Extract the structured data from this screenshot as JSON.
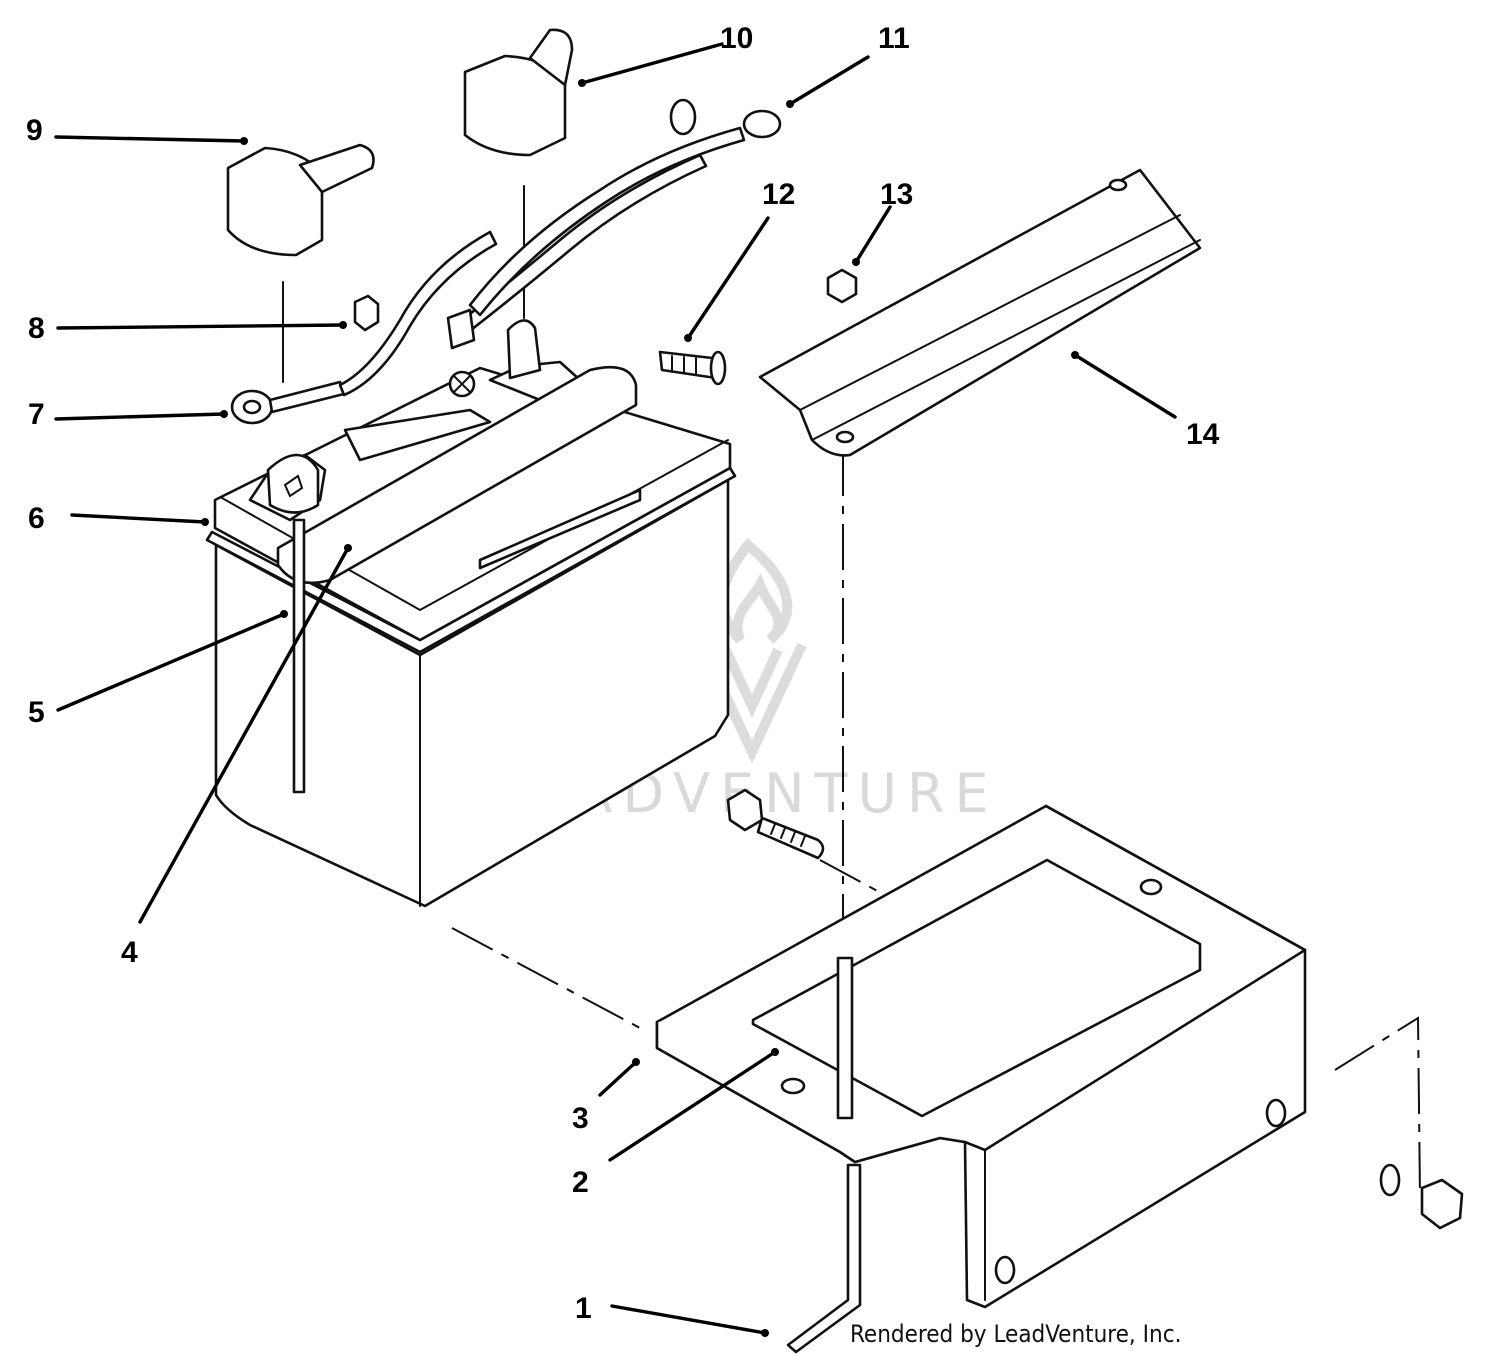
{
  "callouts": [
    "1",
    "2",
    "3",
    "4",
    "5",
    "6",
    "7",
    "8",
    "9",
    "10",
    "11",
    "12",
    "13",
    "14"
  ],
  "credit": "Rendered by LeadVenture, Inc.",
  "watermark": "LEADVENTURE",
  "colors": {
    "line": "#111111",
    "watermark": "#d9d9d9",
    "background": "#ffffff"
  },
  "parts": [
    {
      "callout": "1",
      "icon": "hold-down-rod-icon"
    },
    {
      "callout": "2",
      "icon": "battery-pad-icon"
    },
    {
      "callout": "3",
      "icon": "battery-tray-icon"
    },
    {
      "callout": "4",
      "icon": "battery-handle-icon"
    },
    {
      "callout": "5",
      "icon": "vent-tube-icon"
    },
    {
      "callout": "6",
      "icon": "battery-icon"
    },
    {
      "callout": "7",
      "icon": "negative-cable-icon"
    },
    {
      "callout": "8",
      "icon": "hex-nut-icon"
    },
    {
      "callout": "9",
      "icon": "terminal-boot-icon"
    },
    {
      "callout": "10",
      "icon": "terminal-boot-icon"
    },
    {
      "callout": "11",
      "icon": "positive-cable-icon"
    },
    {
      "callout": "12",
      "icon": "carriage-bolt-icon"
    },
    {
      "callout": "13",
      "icon": "hex-nut-icon"
    },
    {
      "callout": "14",
      "icon": "hold-down-bracket-icon"
    }
  ]
}
